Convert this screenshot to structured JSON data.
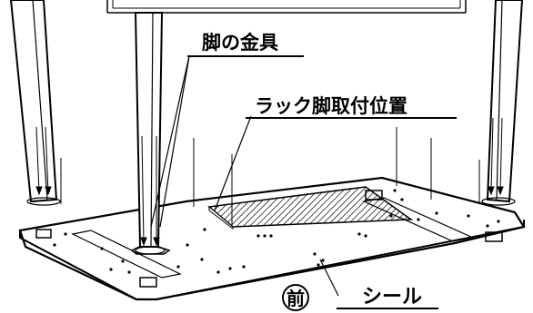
{
  "labels": {
    "leg_bracket": "脚の金具",
    "rack_leg_position": "ラック脚取付位置",
    "front": "前",
    "seal": "シール"
  }
}
